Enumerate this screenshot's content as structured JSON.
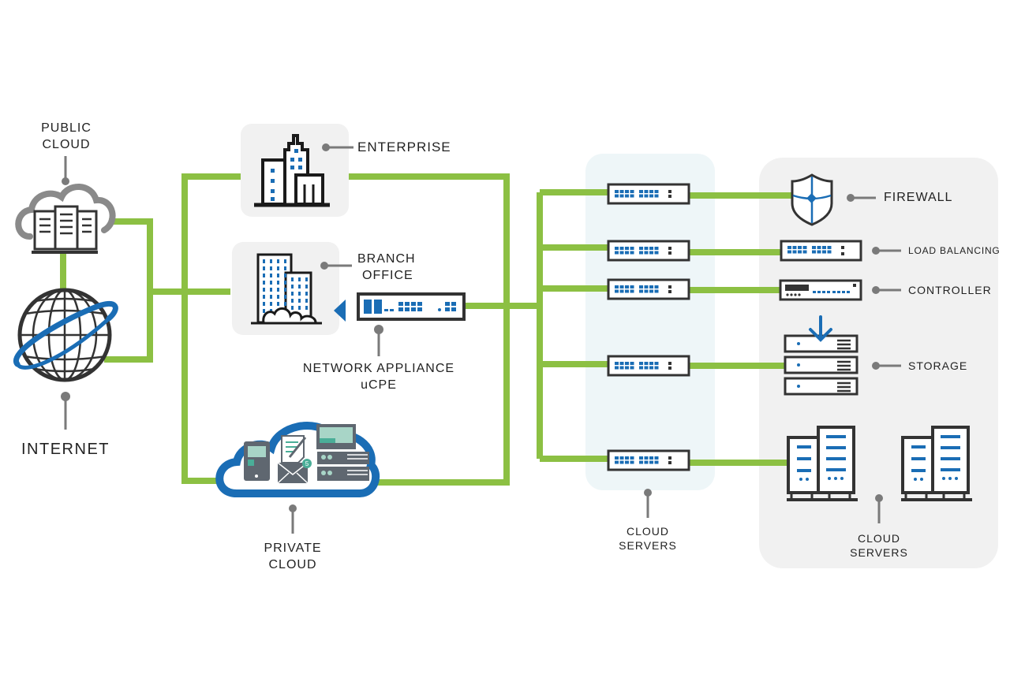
{
  "diagram": {
    "title": "Network architecture",
    "colors": {
      "link": "#8cc043",
      "device_outline": "#333333",
      "accent_blue": "#1a6db5",
      "pin_gray": "#7a7a7a",
      "panel_gray": "#f1f1f1",
      "panel_light_blue": "#eef6f8",
      "cloud_gray": "#8a8a8a"
    },
    "nodes": {
      "public_cloud": {
        "line1": "PUBLIC",
        "line2": "CLOUD",
        "icon": "cloud-server-icon"
      },
      "internet": {
        "label": "INTERNET",
        "icon": "globe-icon"
      },
      "enterprise": {
        "label": "ENTERPRISE",
        "icon": "office-building-icon"
      },
      "branch_office": {
        "line1": "BRANCH",
        "line2": "OFFICE",
        "icon": "branch-building-icon"
      },
      "network_appliance": {
        "line1": "NETWORK APPLIANCE",
        "line2": "uCPE",
        "icon": "network-appliance-icon"
      },
      "private_cloud": {
        "line1": "PRIVATE",
        "line2": "CLOUD",
        "icon": "private-cloud-icon"
      },
      "cloud_servers_switches": {
        "line1": "CLOUD",
        "line2": "SERVERS",
        "switch_count": 5,
        "icon": "switch-icon"
      },
      "firewall": {
        "label": "FIREWALL",
        "icon": "shield-icon"
      },
      "load_balancing": {
        "label": "LOAD BALANCING",
        "icon": "load-balancer-icon"
      },
      "controller": {
        "label": "CONTROLLER",
        "icon": "controller-icon"
      },
      "storage": {
        "label": "STORAGE",
        "icon": "storage-icon"
      },
      "cloud_servers_racks": {
        "line1": "CLOUD",
        "line2": "SERVERS",
        "icon": "server-rack-icon"
      }
    },
    "private_cloud_badge": "5"
  }
}
